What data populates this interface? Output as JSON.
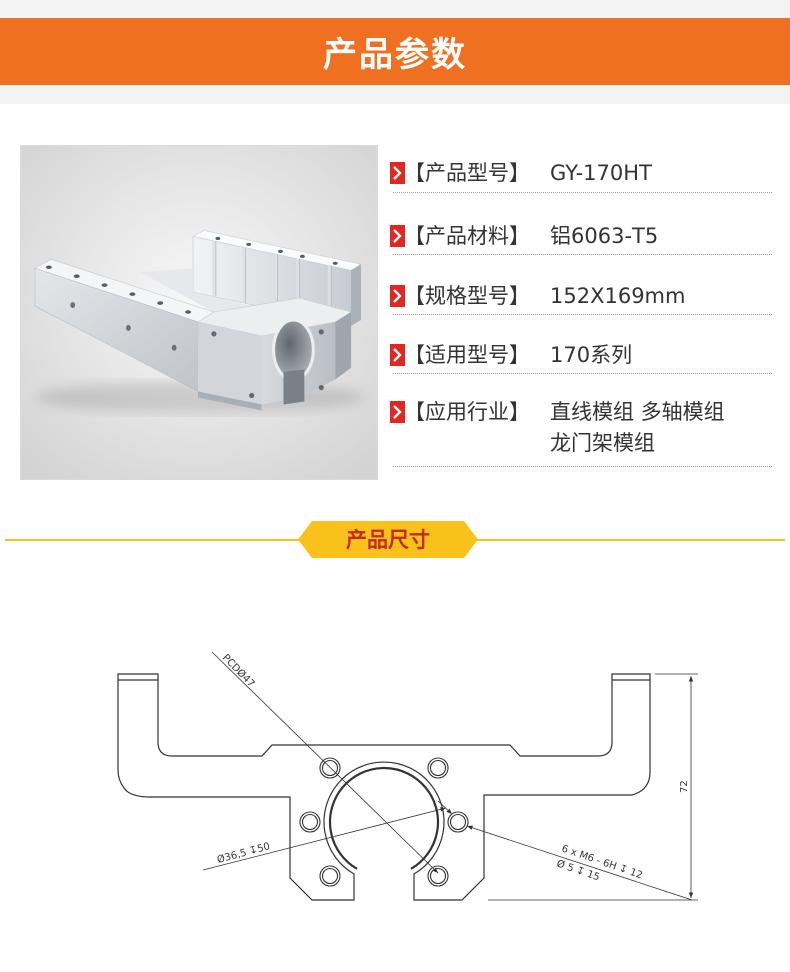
{
  "banner": {
    "title": "产品参数"
  },
  "specs": [
    {
      "label": "【产品型号】",
      "value": "GY-170HT"
    },
    {
      "label": "【产品材料】",
      "value": "铝6063-T5"
    },
    {
      "label": "【规格型号】",
      "value": "152X169mm"
    },
    {
      "label": "【适用型号】",
      "value": "170系列"
    },
    {
      "label": "【应用行业】",
      "value": "直线模组 多轴模组",
      "value_line2": "龙门架模组"
    }
  ],
  "section": {
    "title": "产品尺寸"
  },
  "drawing": {
    "pcd": "PCDØ47",
    "bore": "Ø36,5 ↧50",
    "thread": "6 x M6 - 6H ↧ 12",
    "pilot": "Ø 5 ↧ 15",
    "height": "72"
  },
  "icons": {
    "spec_bullet": "chevron-right-icon",
    "product_photo": "aluminum-bracket-render"
  },
  "colors": {
    "banner": "#f07022",
    "section_yellow": "#f8c21b",
    "section_text": "#c8281e",
    "bullet_red": "#e3261f",
    "text": "#333333"
  }
}
